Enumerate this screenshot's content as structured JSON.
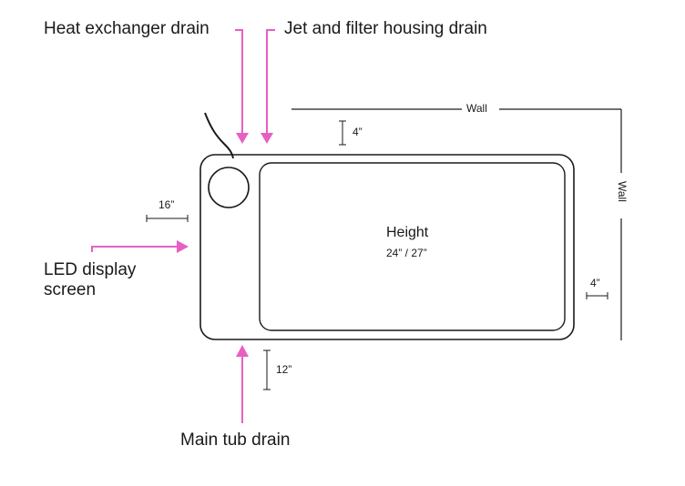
{
  "labels": {
    "heat_exchanger_drain": "Heat exchanger drain",
    "jet_filter_drain": "Jet and filter housing drain",
    "wall_top": "Wall",
    "wall_right": "Wall",
    "clearance_top": "4”",
    "clearance_left": "16”",
    "led_display_line1": "LED display",
    "led_display_line2": "screen",
    "height_title": "Height",
    "height_values": "24” / 27”",
    "clearance_right": "4”",
    "clearance_bottom": "12”",
    "main_tub_drain": "Main tub drain"
  },
  "colors": {
    "arrow": "#e85fc3",
    "line": "#1a1a1a",
    "background": "#ffffff"
  }
}
